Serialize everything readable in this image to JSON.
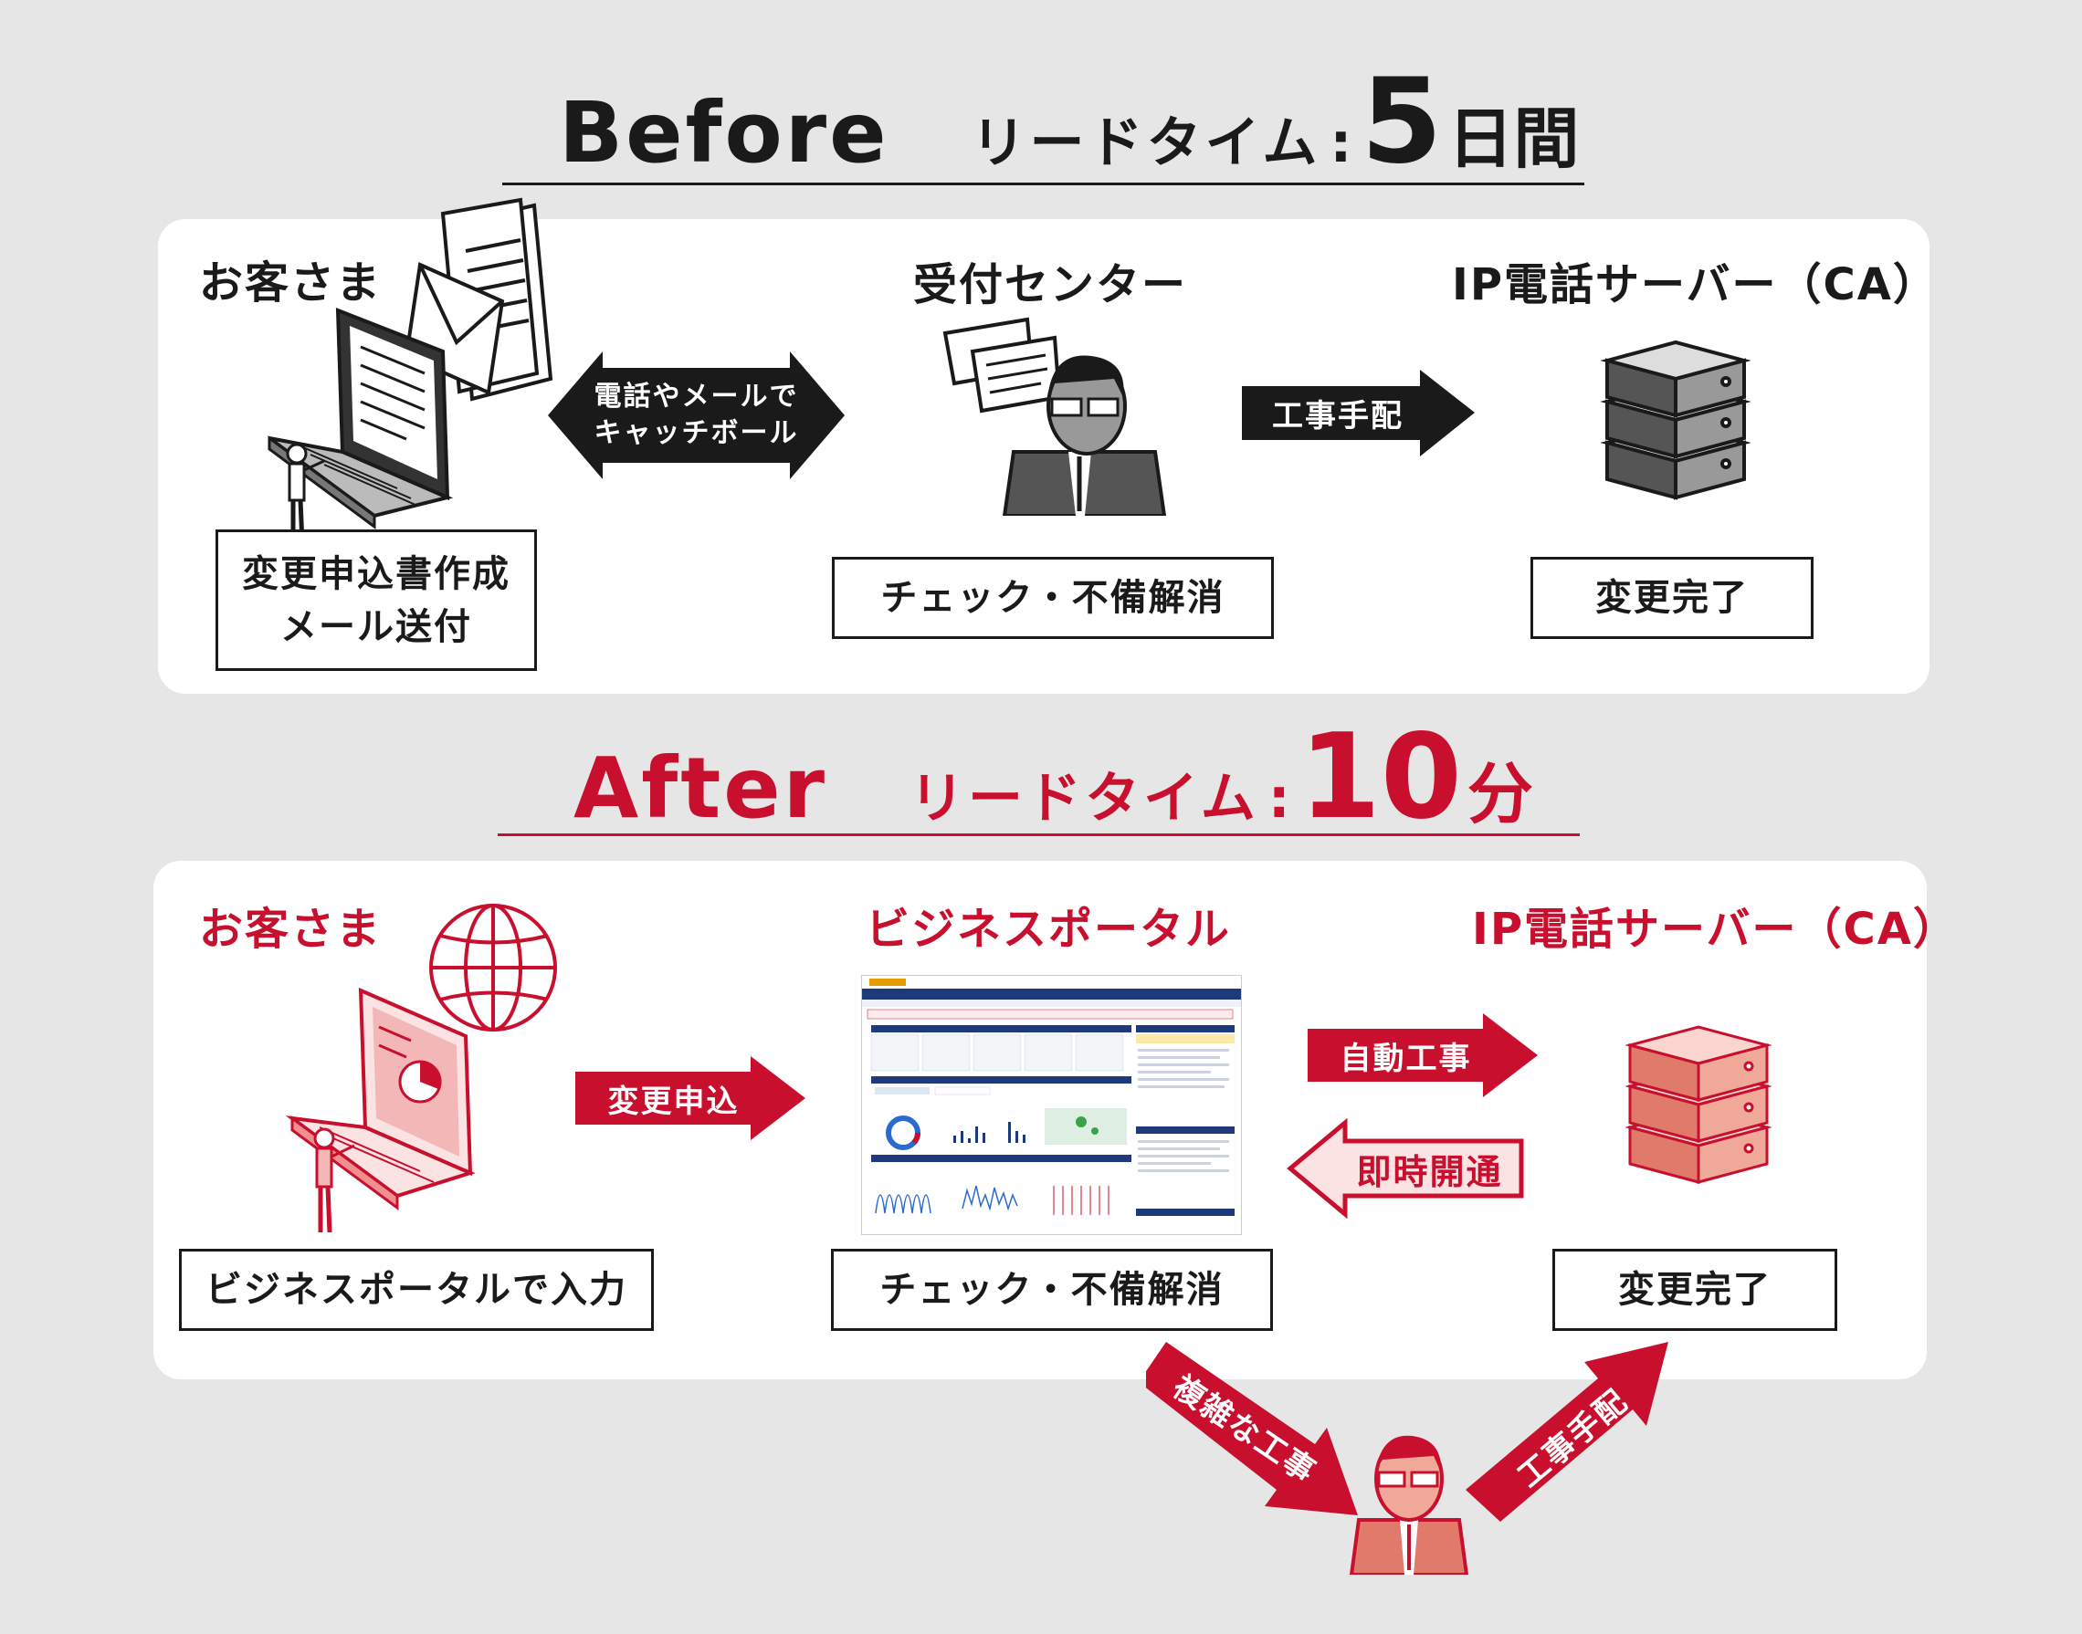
{
  "before": {
    "word": "Before",
    "lead_label": "リードタイム",
    "colon": ":",
    "lead_value": "5",
    "lead_unit": "日間",
    "customer_label": "お客さま",
    "center_label": "受付センター",
    "server_label": "IP電話サーバー（CA）",
    "customer_box": [
      "変更申込書作成",
      "メール送付"
    ],
    "center_box": "チェック・不備解消",
    "server_box": "変更完了",
    "arrow_exchange": [
      "電話やメールで",
      "キャッチボール"
    ],
    "arrow_construction": "工事手配"
  },
  "after": {
    "word": "After",
    "lead_label": "リードタイム",
    "colon": ":",
    "lead_value": "10",
    "lead_unit": "分",
    "customer_label": "お客さま",
    "portal_label": "ビジネスポータル",
    "server_label": "IP電話サーバー（CA）",
    "customer_box": "ビジネスポータルで入力",
    "portal_box": "チェック・不備解消",
    "server_box": "変更完了",
    "arrow_apply": "変更申込",
    "arrow_auto": "自動工事",
    "arrow_instant": "即時開通",
    "arrow_complex": "複雑な工事",
    "arrow_arrange": "工事手配"
  },
  "colors": {
    "accent_red": "#c8102e",
    "dark": "#1a1a1a",
    "background": "#e6e6e6",
    "panel": "#ffffff"
  },
  "icons": {
    "before_customer": "laptop-mail-person-icon",
    "before_center": "operator-speech-icon",
    "before_server": "server-stack-icon",
    "after_customer": "laptop-globe-person-icon",
    "after_portal": "portal-screenshot",
    "after_server": "server-stack-icon",
    "after_operator": "operator-icon"
  }
}
